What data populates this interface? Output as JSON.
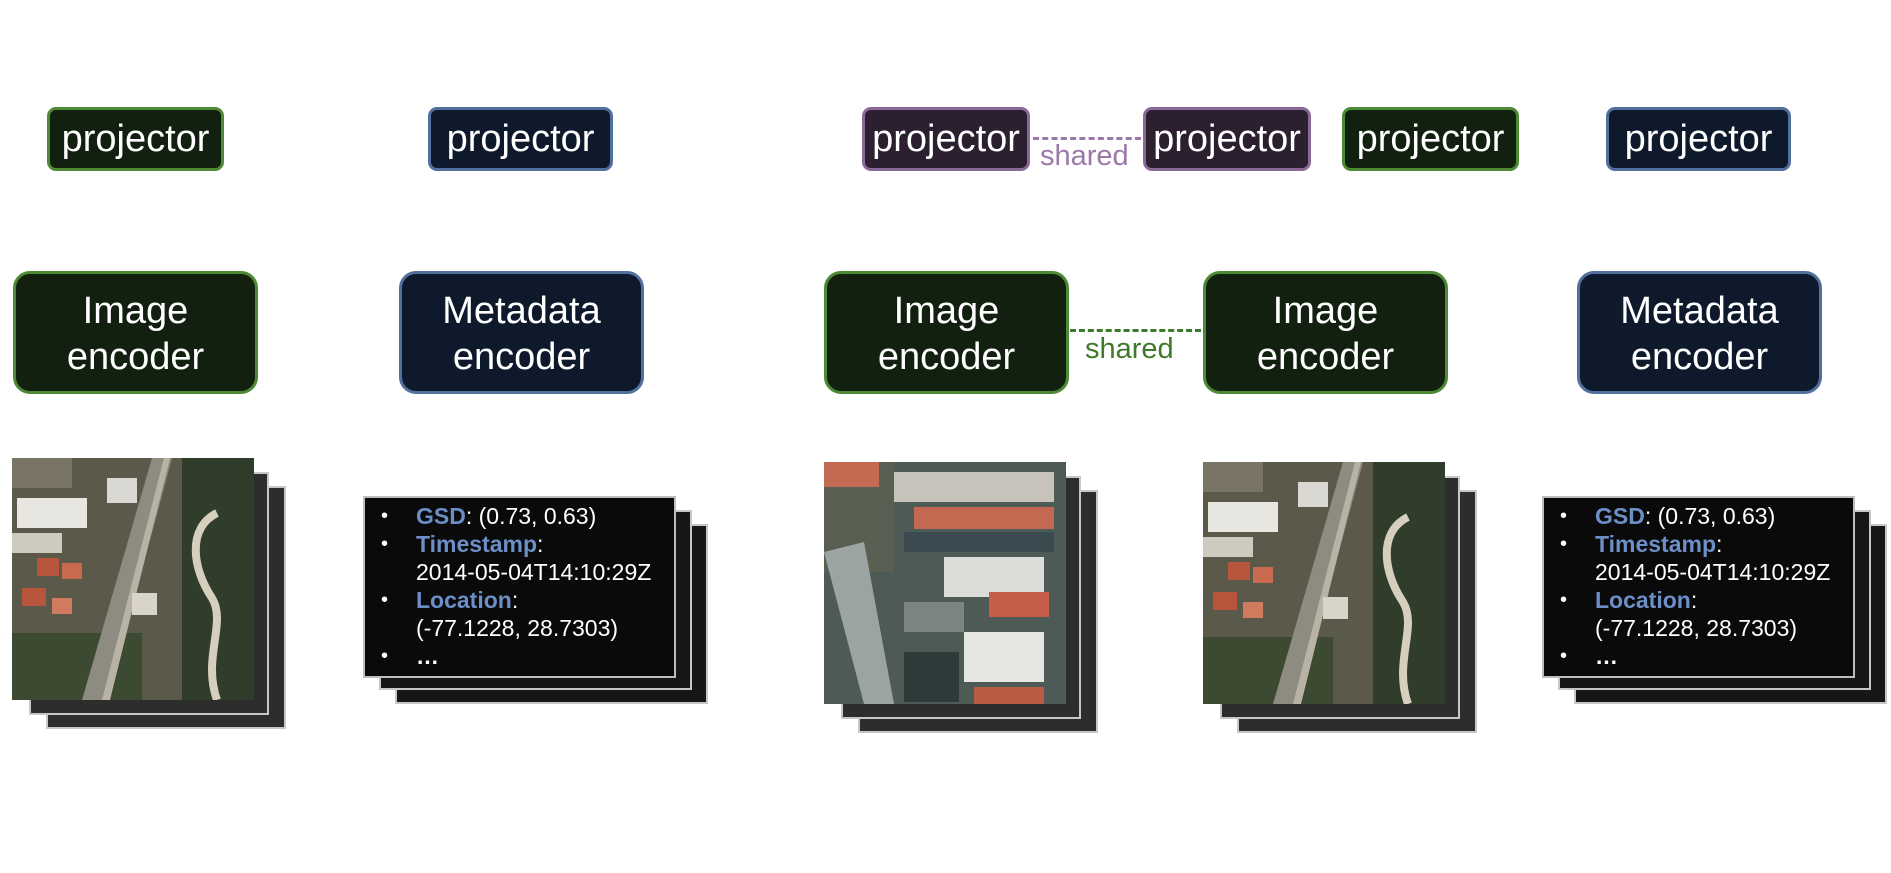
{
  "projector_label": "projector",
  "image_encoder_label": {
    "line1": "Image",
    "line2": "encoder"
  },
  "metadata_encoder_label": {
    "line1": "Metadata",
    "line2": "encoder"
  },
  "shared_label": "shared",
  "metadata": {
    "gsd_key": "GSD",
    "gsd_value": ": (0.73, 0.63)",
    "timestamp_key": "Timestamp",
    "timestamp_colon": ":",
    "timestamp_value": "2014-05-04T14:10:29Z",
    "location_key": "Location",
    "location_colon": ":",
    "location_value": "(-77.1228, 28.7303)",
    "ellipsis": "…",
    "bullet": "•"
  },
  "colors": {
    "image_branch": "#4d8a35",
    "metadata_branch": "#52709e",
    "projector_shared": "#8a6898",
    "image_shared_text": "#3f7a2a",
    "projector_shared_text": "#9a78a8",
    "metadata_key": "#6d8fc8"
  }
}
